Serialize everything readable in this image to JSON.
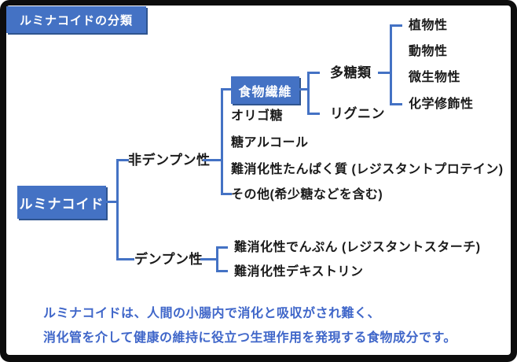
{
  "colors": {
    "accent": "#4472C4",
    "accent_shadow": "#2F548F",
    "line": "#4472C4",
    "text": "#1A1A1A",
    "caption_text": "#3F66C9",
    "frame": "#0D0D0D",
    "background": "#FFFFFF"
  },
  "title": {
    "label": "ルミナコイドの分類"
  },
  "tree": {
    "root": {
      "label": "ルミナコイド"
    },
    "non_starch": {
      "label": "非デンプン性",
      "fiber": {
        "label": "食物繊維"
      },
      "items": [
        "オリゴ糖",
        "糖アルコール",
        "難消化性たんぱく質 (レジスタントプロテイン)",
        "その他(希少糖などを含む)"
      ],
      "polysaccharide": {
        "label": "多糖類"
      },
      "lignin": {
        "label": "リグニン"
      },
      "poly_types": [
        "植物性",
        "動物性",
        "微生物性",
        "化学修飾性"
      ]
    },
    "starch": {
      "label": "デンプン性",
      "items": [
        "難消化性でんぷん (レジスタントスターチ)",
        "難消化性デキストリン"
      ]
    }
  },
  "caption": {
    "line1": "ルミナコイドは、人間の小腸内で消化と吸収がされ難く、",
    "line2": "消化管を介して健康の維持に役立つ生理作用を発現する食物成分です。"
  }
}
